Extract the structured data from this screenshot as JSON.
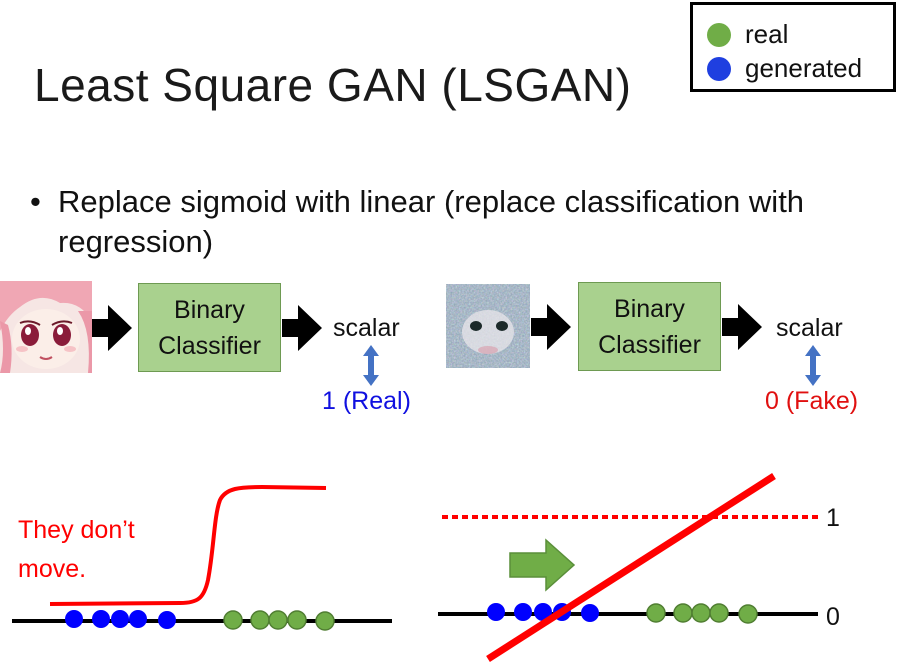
{
  "slide": {
    "title": "Least Square GAN (LSGAN)",
    "bullet": "Replace sigmoid with linear (replace classification with regression)",
    "bullet_marker": "•"
  },
  "legend": {
    "items": [
      {
        "label": "real",
        "color": "#70ad47"
      },
      {
        "label": "generated",
        "color": "#1f3fe0"
      }
    ]
  },
  "pipelines": [
    {
      "image": "anime-face-image",
      "classifier_label": "Binary Classifier",
      "output_label": "scalar",
      "target_label": "1 (Real)",
      "target_color": "#1010e0"
    },
    {
      "image": "generated-noisy-face-image",
      "classifier_label": "Binary Classifier",
      "output_label": "scalar",
      "target_label": "0 (Fake)",
      "target_color": "#e01010"
    }
  ],
  "sigmoid_panel": {
    "annotation": "They don’t move.",
    "annotation_line1": "They don’t",
    "annotation_line2": "move.",
    "annotation_color": "#ff0000"
  },
  "linear_panel": {
    "tick_one": "1",
    "tick_zero": "0",
    "line_color": "#ff0000"
  },
  "colors": {
    "blue_point": "#0000ff",
    "green_point": "#70ad47",
    "classifier_fill": "#a9d18e",
    "arrow_blue": "#4472c4",
    "arrow_green": "#70ad47"
  }
}
